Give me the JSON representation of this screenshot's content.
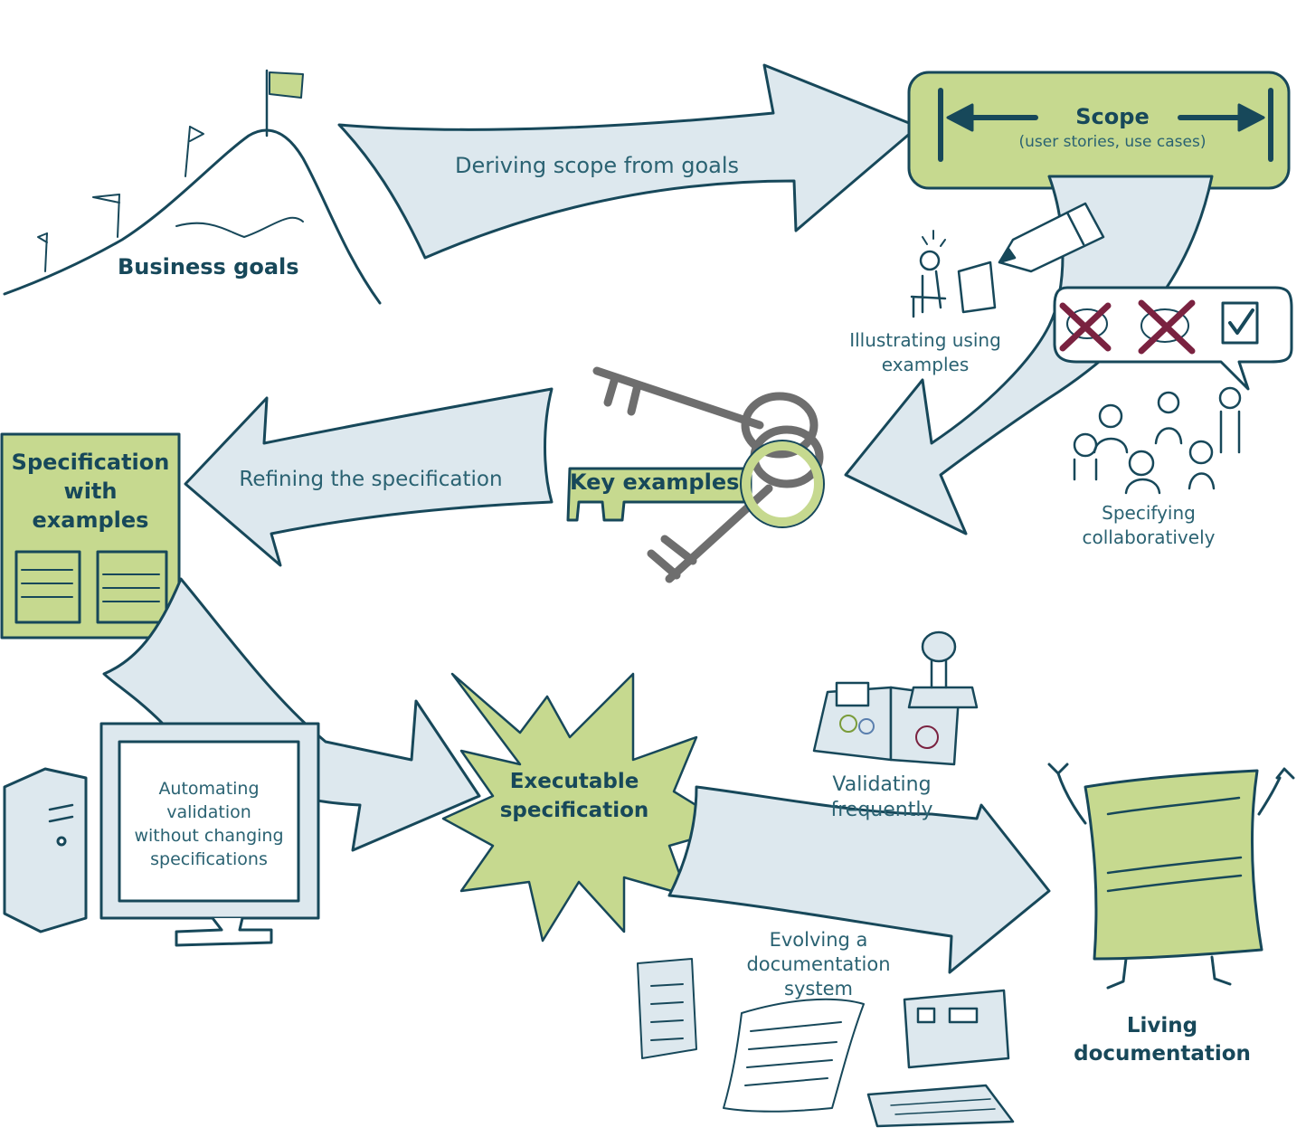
{
  "colors": {
    "ink": "#17485a",
    "arrow_fill": "#dde8ee",
    "green": "#c6d98f",
    "key_gray": "#6e6e6e",
    "cross": "#7a2240"
  },
  "nodes": {
    "business_goals": "Business goals",
    "scope_title": "Scope",
    "scope_subtitle": "(user stories, use cases)",
    "illustrating": [
      "Illustrating using",
      "examples"
    ],
    "specifying": [
      "Specifying",
      "collaboratively"
    ],
    "key_examples": "Key examples",
    "specification": [
      "Specification",
      "with",
      "examples"
    ],
    "executable": [
      "Executable",
      "specification"
    ],
    "automating": [
      "Automating",
      "validation",
      "without changing",
      "specifications"
    ],
    "validating": [
      "Validating",
      "frequently"
    ],
    "evolving": [
      "Evolving a",
      "documentation",
      "system"
    ],
    "living": [
      "Living",
      "documentation"
    ]
  },
  "arrows": {
    "deriving": "Deriving scope from goals",
    "refining": "Refining the specification"
  },
  "icons": [
    "mountain-flags-icon",
    "pencil-icon",
    "person-drawing-icon",
    "speech-bubble-icon",
    "people-group-icon",
    "keys-icon",
    "computer-icon",
    "stamp-book-icon",
    "document-character-icon",
    "notes-icon",
    "monitor-icon"
  ]
}
